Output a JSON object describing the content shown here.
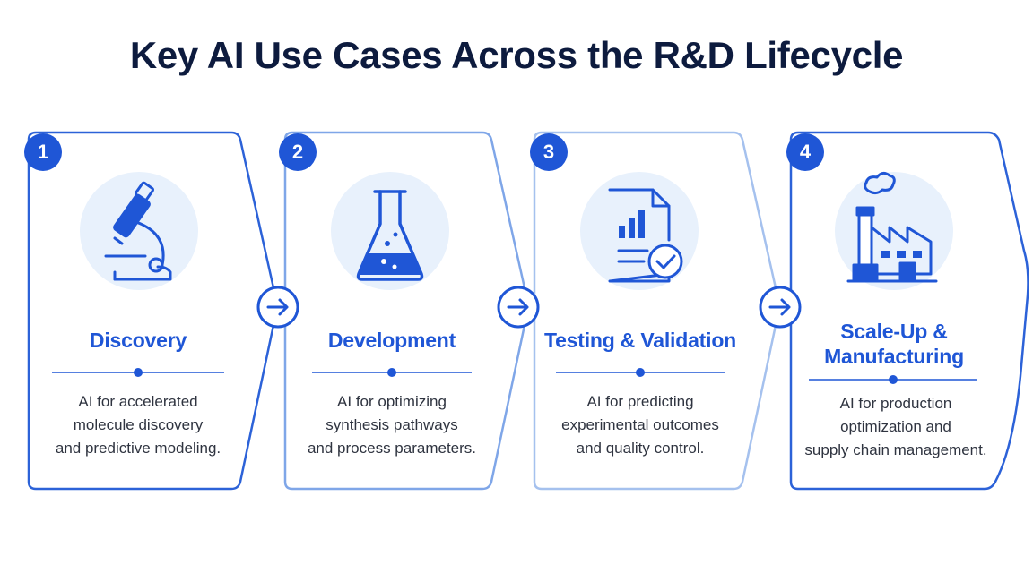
{
  "title": "Key AI Use Cases Across the R&D Lifecycle",
  "stages": [
    {
      "number": "1",
      "title_line1": "Discovery",
      "title_line2": "",
      "desc_lines": [
        "AI for accelerated",
        "molecule discovery",
        "and predictive modeling."
      ],
      "icon": "microscope-icon"
    },
    {
      "number": "2",
      "title_line1": "Development",
      "title_line2": "",
      "desc_lines": [
        "AI for optimizing",
        "synthesis pathways",
        "and process parameters."
      ],
      "icon": "flask-icon"
    },
    {
      "number": "3",
      "title_line1": "Testing & Validation",
      "title_line2": "",
      "desc_lines": [
        "AI for predicting",
        "experimental outcomes",
        "and quality control."
      ],
      "icon": "report-check-icon"
    },
    {
      "number": "4",
      "title_line1": "Scale-Up &",
      "title_line2": "Manufacturing",
      "desc_lines": [
        "AI for production",
        "optimization and",
        "supply chain management."
      ],
      "icon": "factory-icon"
    }
  ],
  "colors": {
    "primary": "#1f56d6",
    "dark_text": "#0d1b3e",
    "light_circle": "#e8f1fc",
    "card_border": "#2c62d8",
    "card_border_light": "#93b6ec"
  }
}
